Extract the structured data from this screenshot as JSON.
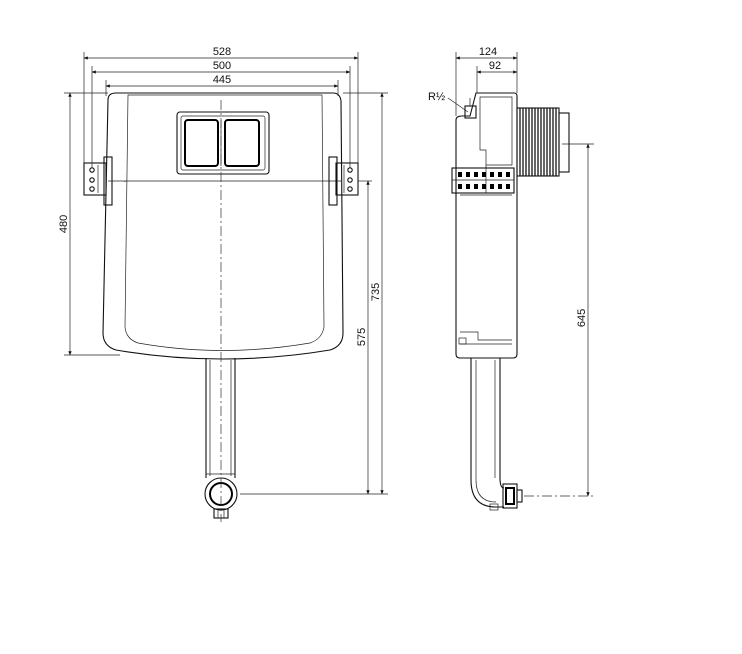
{
  "dimensions": {
    "front_width_outer": "528",
    "front_width_mid": "500",
    "front_width_inner": "445",
    "front_height_tank": "480",
    "front_height_total": "735",
    "front_height_outlet": "575",
    "side_depth_outer": "124",
    "side_depth_inner": "92",
    "side_height_outlet": "645"
  },
  "labels": {
    "thread": "R½"
  }
}
